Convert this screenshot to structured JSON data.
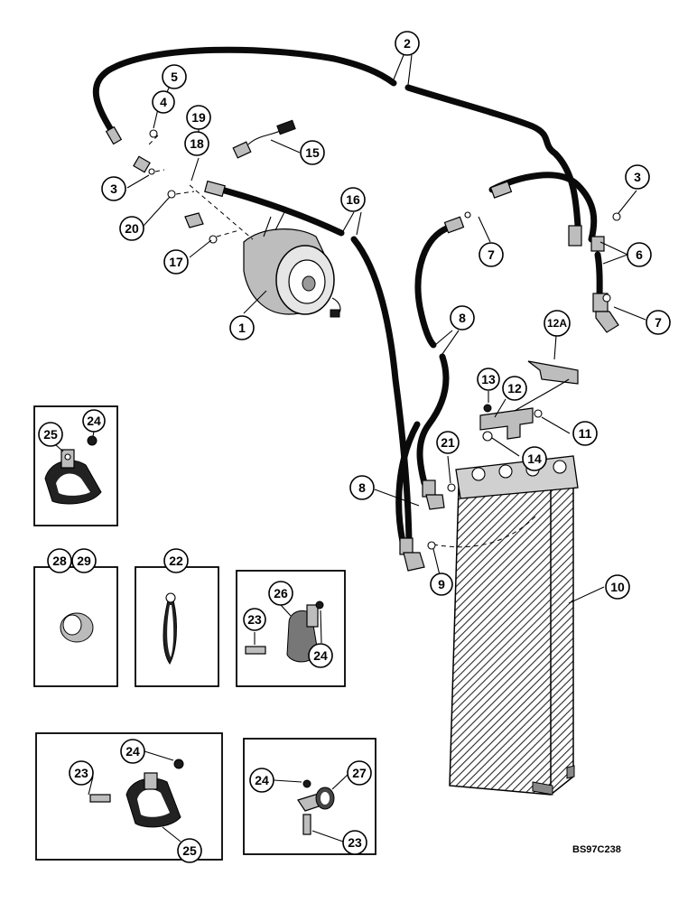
{
  "figure_code": "BS97C238",
  "callouts": {
    "c1": "1",
    "c2": "2",
    "c3a": "3",
    "c3b": "3",
    "c4": "4",
    "c5": "5",
    "c6": "6",
    "c7a": "7",
    "c7b": "7",
    "c8a": "8",
    "c8b": "8",
    "c9": "9",
    "c10": "10",
    "c11": "11",
    "c12": "12",
    "c12a": "12A",
    "c13": "13",
    "c14": "14",
    "c15": "15",
    "c16": "16",
    "c17": "17",
    "c18": "18",
    "c19": "19",
    "c20": "20",
    "c21": "21",
    "c22": "22",
    "c23a": "23",
    "c23b": "23",
    "c23c": "23",
    "c24a": "24",
    "c24b": "24",
    "c24c": "24",
    "c24d": "24",
    "c25a": "25",
    "c25b": "25",
    "c26": "26",
    "c27": "27",
    "c28": "28",
    "c29": "29"
  }
}
